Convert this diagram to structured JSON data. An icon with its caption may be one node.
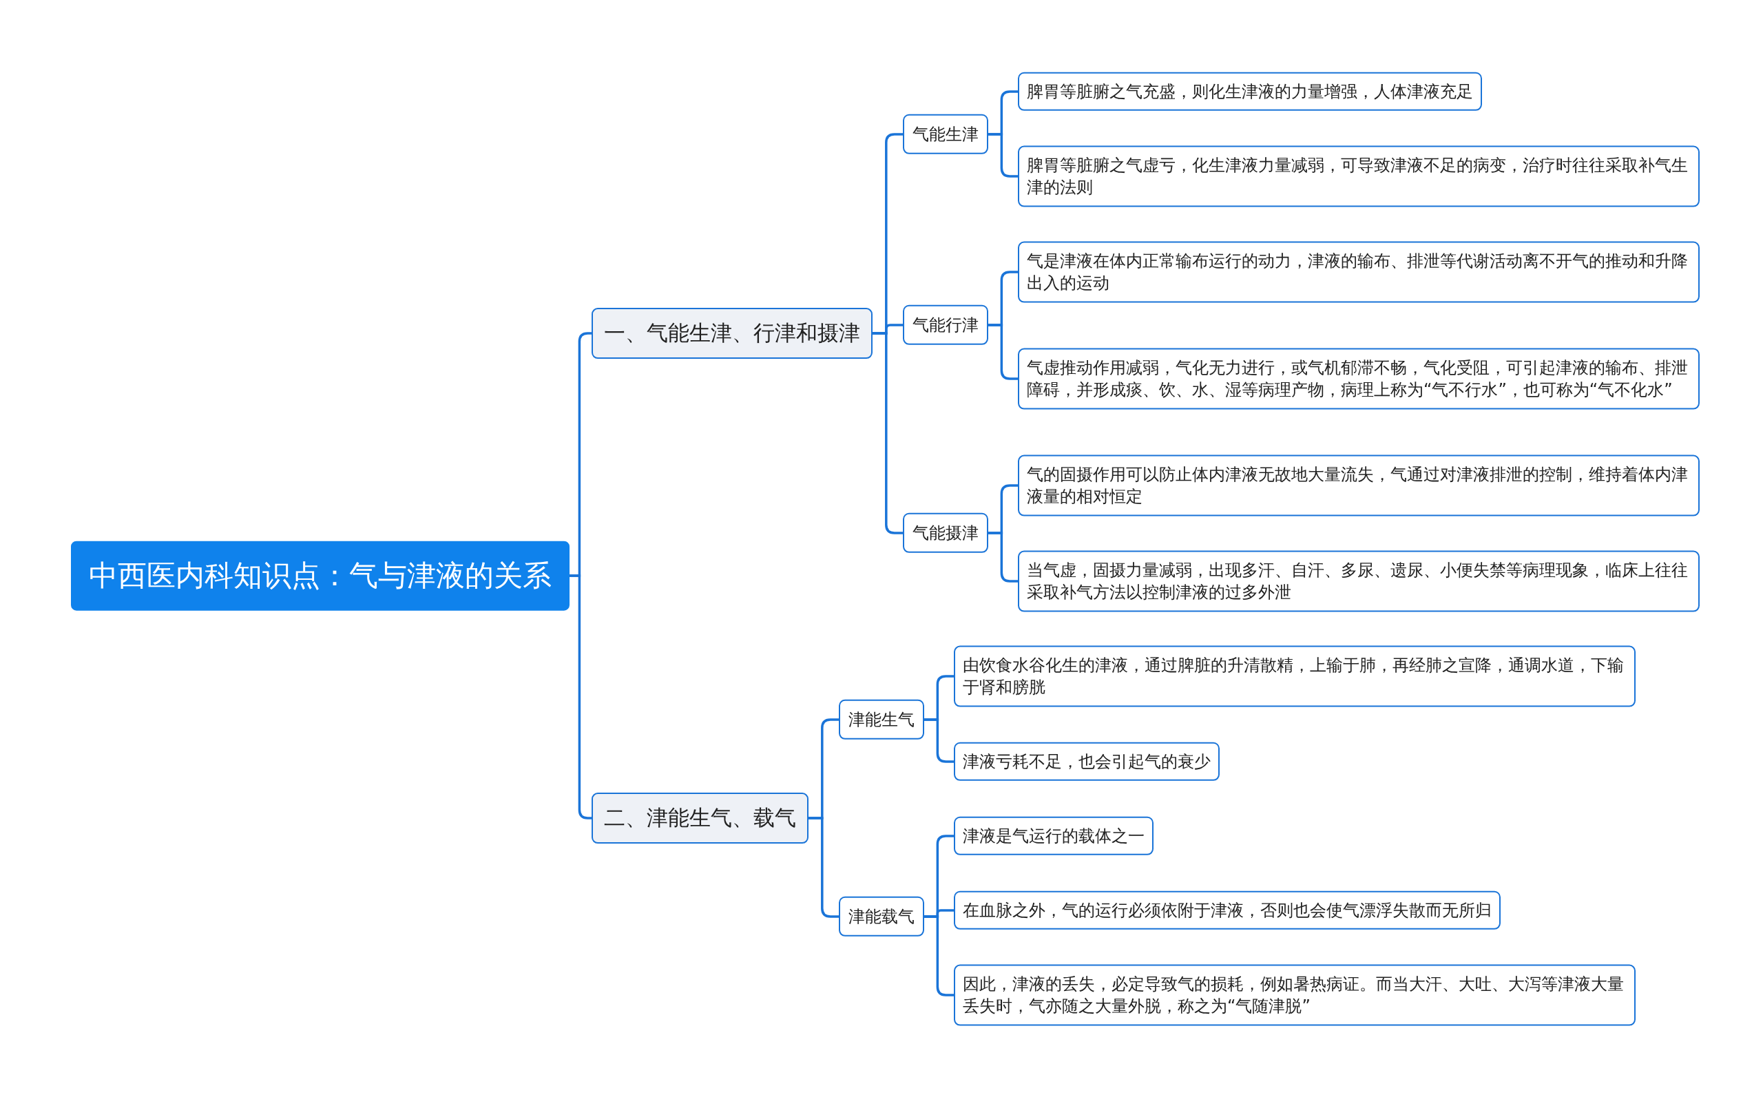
{
  "diagram": {
    "nodes": [
      {
        "text": [
          "中西医内科知识点：气与津液的关系"
        ]
      },
      {
        "text": [
          "一、气能生津、行津和摄津"
        ]
      },
      {
        "text": [
          "气能生津"
        ]
      },
      {
        "text": [
          "脾胃等脏腑之气充盛，则化生津液的力量增强，人体津液充足"
        ]
      },
      {
        "text": [
          "脾胃等脏腑之气虚亏，化生津液力量减弱，可导致津液不足的病变，治疗时往往采取补气生津的法则"
        ]
      },
      {
        "text": [
          "气能行津"
        ]
      },
      {
        "text": [
          "气是津液在体内正常输布运行的动力，津液的输布、排泄等代谢活动离不开气的推动和升降出入的运动"
        ]
      },
      {
        "text": [
          "气虚推动作用减弱，气化无力进行，或气机郁滞不畅，气化受阻，可引起津液的输布、排泄障碍，并形成痰、饮、水、湿等病理产物，病理上称为“气不行水”，也可称为“气不化水”"
        ]
      },
      {
        "text": [
          "气能摄津"
        ]
      },
      {
        "text": [
          "气的固摄作用可以防止体内津液无故地大量流失，气通过对津液排泄的控制，维持着体内津液量的相对恒定"
        ]
      },
      {
        "text": [
          "当气虚，固摄力量减弱，出现多汗、自汗、多尿、遗尿、小便失禁等病理现象，临床上往往采取补气方法以控制津液的过多外泄"
        ]
      },
      {
        "text": [
          "二、津能生气、载气"
        ]
      },
      {
        "text": [
          "津能生气"
        ]
      },
      {
        "text": [
          "由饮食水谷化生的津液，通过脾脏的升清散精，上输于肺，再经肺之宣降，通调水道，下输于肾和膀胱"
        ]
      },
      {
        "text": [
          "津液亏耗不足，也会引起气的衰少"
        ]
      },
      {
        "text": [
          "津能载气"
        ]
      },
      {
        "text": [
          "津液是气运行的载体之一"
        ]
      },
      {
        "text": [
          "在血脉之外，气的运行必须依附于津液，否则也会使气漂浮失散而无所归"
        ]
      },
      {
        "text": [
          "因此，津液的丢失，必定导致气的损耗，例如暑热病证。而当大汗、大吐、大泻等津液大量丢失时，气亦随之大量外脱，称之为“气随津脱”"
        ]
      }
    ],
    "edges": [
      {
        "from": 0,
        "to": 1,
        "arrow": "none"
      },
      {
        "from": 0,
        "to": 11,
        "arrow": "none"
      },
      {
        "from": 1,
        "to": 2,
        "arrow": "none"
      },
      {
        "from": 1,
        "to": 5,
        "arrow": "none"
      },
      {
        "from": 1,
        "to": 8,
        "arrow": "none"
      },
      {
        "from": 2,
        "to": 3,
        "arrow": "none"
      },
      {
        "from": 2,
        "to": 4,
        "arrow": "none"
      },
      {
        "from": 5,
        "to": 6,
        "arrow": "none"
      },
      {
        "from": 5,
        "to": 7,
        "arrow": "none"
      },
      {
        "from": 8,
        "to": 9,
        "arrow": "none"
      },
      {
        "from": 8,
        "to": 10,
        "arrow": "none"
      },
      {
        "from": 11,
        "to": 12,
        "arrow": "none"
      },
      {
        "from": 11,
        "to": 15,
        "arrow": "none"
      },
      {
        "from": 12,
        "to": 13,
        "arrow": "none"
      },
      {
        "from": 12,
        "to": 14,
        "arrow": "none"
      },
      {
        "from": 15,
        "to": 16,
        "arrow": "none"
      },
      {
        "from": 15,
        "to": 17,
        "arrow": "none"
      },
      {
        "from": 15,
        "to": 18,
        "arrow": "none"
      }
    ]
  }
}
